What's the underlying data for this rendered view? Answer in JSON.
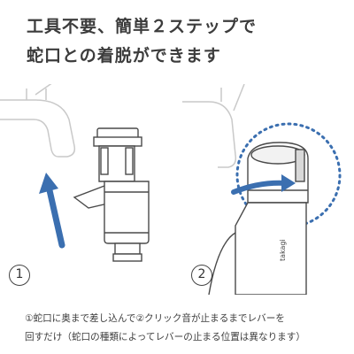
{
  "headline": {
    "line1": "工具不要、簡単２ステップで",
    "line2": "蛇口との着脱ができます"
  },
  "steps": [
    {
      "number": "1"
    },
    {
      "number": "2"
    }
  ],
  "product_logo_text": "takagi",
  "caption": {
    "line1": "①蛇口に奥まで差し込んで②クリック音が止まるまでレバーを",
    "line2": "回すだけ（蛇口の種類によってレバーの止まる位置は異なります）"
  },
  "colors": {
    "arrow_blue": "#3b6fb0",
    "outline_gray": "#4a4a4a",
    "faucet_ghost": "#c9c9c9"
  }
}
